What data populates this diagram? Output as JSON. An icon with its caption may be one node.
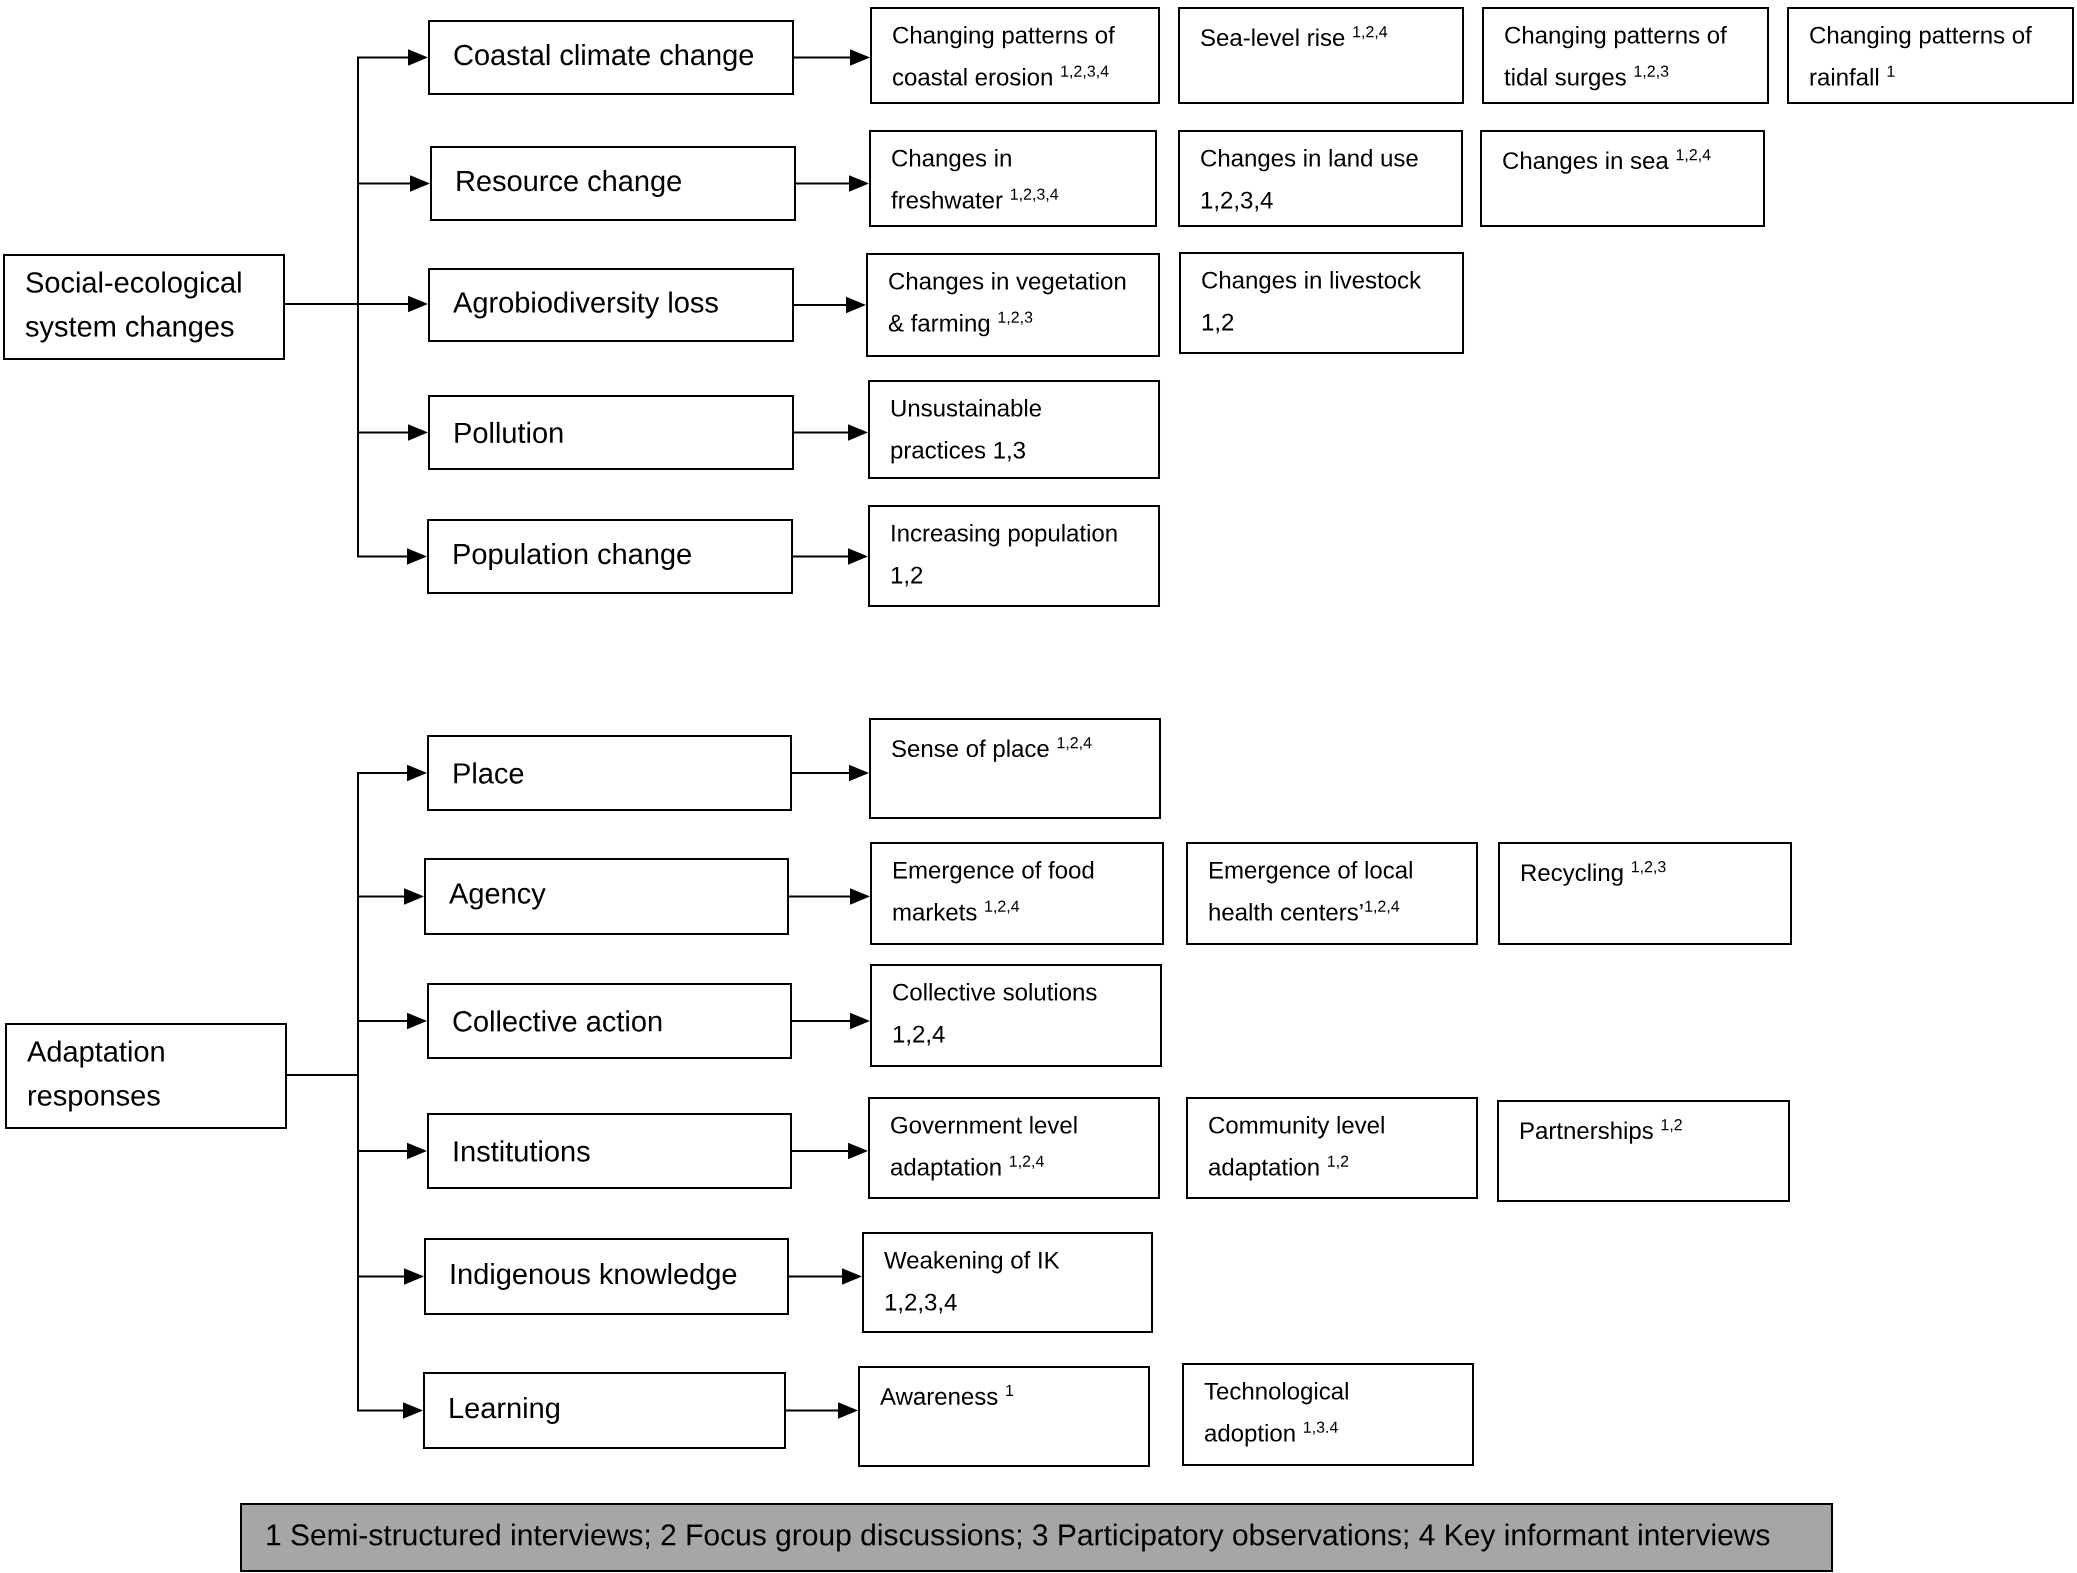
{
  "diagram": {
    "nodes": [
      {
        "text": [
          "Social-ecological system changes"
        ]
      },
      {
        "text": [
          "Coastal climate change"
        ]
      },
      {
        "text": [
          "Changing patterns of coastal erosion $^{1,2,3,4}$"
        ]
      },
      {
        "text": [
          "Sea-level rise $^{1,2,4}$"
        ]
      },
      {
        "text": [
          "Changing patterns of tidal surges $^{1,2,3}$"
        ]
      },
      {
        "text": [
          "Changing patterns of rainfall $^{1}$"
        ]
      },
      {
        "text": [
          "Resource change"
        ]
      },
      {
        "text": [
          "Changes in freshwater $^{1,2,3,4}$"
        ]
      },
      {
        "text": [
          "Changes in land use 1,2,3,4"
        ]
      },
      {
        "text": [
          "Changes in sea $^{1,2,4}$"
        ]
      },
      {
        "text": [
          "Agrobiodiversity loss"
        ]
      },
      {
        "text": [
          "Changes in vegetation & farming $^{1,2,3}$"
        ]
      },
      {
        "text": [
          "Changes in livestock 1,2"
        ]
      },
      {
        "text": [
          "Pollution"
        ]
      },
      {
        "text": [
          "Unsustainable practices 1,3"
        ]
      },
      {
        "text": [
          "Population change"
        ]
      },
      {
        "text": [
          "Increasing population 1,2"
        ]
      },
      {
        "text": [
          "Adaptation responses"
        ]
      },
      {
        "text": [
          "Place"
        ]
      },
      {
        "text": [
          "Sense of place $^{1,2,4}$"
        ]
      },
      {
        "text": [
          "Agency"
        ]
      },
      {
        "text": [
          "Emergence of food markets $^{1,2,4}$"
        ]
      },
      {
        "text": [
          "Emergence of local health centers’$^{1,2,4}$"
        ]
      },
      {
        "text": [
          "Recycling $^{1,2,3}$"
        ]
      },
      {
        "text": [
          "Collective action"
        ]
      },
      {
        "text": [
          "Collective solutions 1,2,4"
        ]
      },
      {
        "text": [
          "Institutions"
        ]
      },
      {
        "text": [
          "Government level adaptation $^{1,2,4}$"
        ]
      },
      {
        "text": [
          "Community level adaptation $^{1,2}$"
        ]
      },
      {
        "text": [
          "Partnerships $^{1,2}$"
        ]
      },
      {
        "text": [
          "Indigenous knowledge"
        ]
      },
      {
        "text": [
          "Weakening of IK 1,2,3,4"
        ]
      },
      {
        "text": [
          "Learning"
        ]
      },
      {
        "text": [
          "Awareness $^{1}$"
        ]
      },
      {
        "text": [
          "Technological adoption $^{1,3.4}$"
        ]
      },
      {
        "text": [
          "1 Semi-structured interviews; 2 Focus group discussions; 3 Participatory observations; 4 Key informant interviews"
        ]
      }
    ],
    "edges": [
      {
        "from": 0,
        "to": 1,
        "arrow": "to"
      },
      {
        "from": 0,
        "to": 6,
        "arrow": "to"
      },
      {
        "from": 0,
        "to": 10,
        "arrow": "to"
      },
      {
        "from": 0,
        "to": 13,
        "arrow": "to"
      },
      {
        "from": 0,
        "to": 15,
        "arrow": "to"
      },
      {
        "from": 1,
        "to": 2,
        "arrow": "to"
      },
      {
        "from": 6,
        "to": 7,
        "arrow": "to"
      },
      {
        "from": 10,
        "to": 11,
        "arrow": "to"
      },
      {
        "from": 13,
        "to": 14,
        "arrow": "to"
      },
      {
        "from": 15,
        "to": 16,
        "arrow": "to"
      },
      {
        "from": 17,
        "to": 18,
        "arrow": "to"
      },
      {
        "from": 17,
        "to": 20,
        "arrow": "to"
      },
      {
        "from": 17,
        "to": 24,
        "arrow": "to"
      },
      {
        "from": 17,
        "to": 26,
        "arrow": "to"
      },
      {
        "from": 17,
        "to": 30,
        "arrow": "to"
      },
      {
        "from": 17,
        "to": 32,
        "arrow": "to"
      },
      {
        "from": 18,
        "to": 19,
        "arrow": "to"
      },
      {
        "from": 20,
        "to": 21,
        "arrow": "to"
      },
      {
        "from": 24,
        "to": 25,
        "arrow": "to"
      },
      {
        "from": 26,
        "to": 27,
        "arrow": "to"
      },
      {
        "from": 30,
        "to": 31,
        "arrow": "to"
      },
      {
        "from": 32,
        "to": 33,
        "arrow": "to"
      }
    ]
  }
}
